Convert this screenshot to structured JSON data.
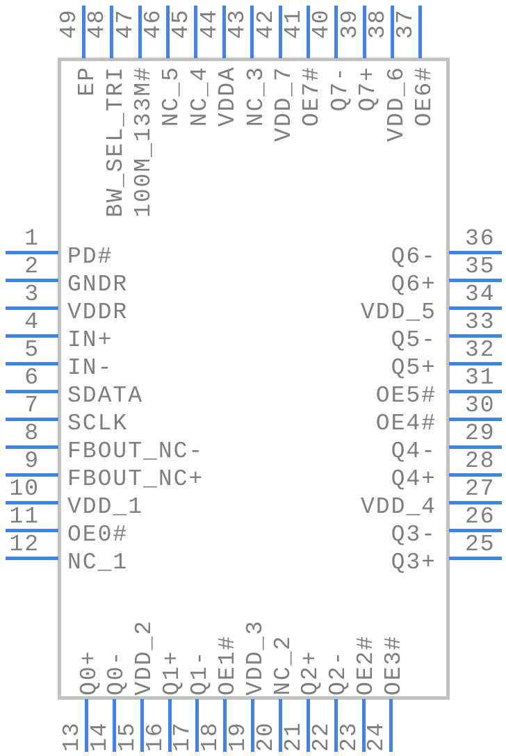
{
  "diagram": {
    "type": "component-pinout",
    "pin_count": 49,
    "colors": {
      "pin_line": "#3f82f2",
      "body_border": "#c1c1c1",
      "label_text": "#7e7e7e",
      "background": "#ffffff"
    },
    "pins": {
      "top": [
        {
          "number": "49",
          "name": "EP"
        },
        {
          "number": "48",
          "name": "BW_SEL_TRI"
        },
        {
          "number": "47",
          "name": "100M_133M#"
        },
        {
          "number": "46",
          "name": "NC_5"
        },
        {
          "number": "45",
          "name": "NC_4"
        },
        {
          "number": "44",
          "name": "VDDA"
        },
        {
          "number": "43",
          "name": "NC_3"
        },
        {
          "number": "42",
          "name": "VDD_7"
        },
        {
          "number": "41",
          "name": "OE7#"
        },
        {
          "number": "40",
          "name": "Q7-"
        },
        {
          "number": "39",
          "name": "Q7+"
        },
        {
          "number": "38",
          "name": "VDD_6"
        },
        {
          "number": "37",
          "name": "OE6#"
        }
      ],
      "left": [
        {
          "number": "1",
          "name": "PD#"
        },
        {
          "number": "2",
          "name": "GNDR"
        },
        {
          "number": "3",
          "name": "VDDR"
        },
        {
          "number": "4",
          "name": "IN+"
        },
        {
          "number": "5",
          "name": "IN-"
        },
        {
          "number": "6",
          "name": "SDATA"
        },
        {
          "number": "7",
          "name": "SCLK"
        },
        {
          "number": "8",
          "name": "FBOUT_NC-"
        },
        {
          "number": "9",
          "name": "FBOUT_NC+"
        },
        {
          "number": "10",
          "name": "VDD_1"
        },
        {
          "number": "11",
          "name": "OE0#"
        },
        {
          "number": "12",
          "name": "NC_1"
        }
      ],
      "right": [
        {
          "number": "36",
          "name": "Q6-"
        },
        {
          "number": "35",
          "name": "Q6+"
        },
        {
          "number": "34",
          "name": "VDD_5"
        },
        {
          "number": "33",
          "name": "Q5-"
        },
        {
          "number": "32",
          "name": "Q5+"
        },
        {
          "number": "31",
          "name": "OE5#"
        },
        {
          "number": "30",
          "name": "OE4#"
        },
        {
          "number": "29",
          "name": "Q4-"
        },
        {
          "number": "28",
          "name": "Q4+"
        },
        {
          "number": "27",
          "name": "VDD_4"
        },
        {
          "number": "26",
          "name": "Q3-"
        },
        {
          "number": "25",
          "name": "Q3+"
        }
      ],
      "bottom": [
        {
          "number": "13",
          "name": "Q0+"
        },
        {
          "number": "14",
          "name": "Q0-"
        },
        {
          "number": "15",
          "name": "VDD_2"
        },
        {
          "number": "16",
          "name": "Q1+"
        },
        {
          "number": "17",
          "name": "Q1-"
        },
        {
          "number": "18",
          "name": "OE1#"
        },
        {
          "number": "19",
          "name": "VDD_3"
        },
        {
          "number": "20",
          "name": "NC_2"
        },
        {
          "number": "21",
          "name": "Q2+"
        },
        {
          "number": "22",
          "name": "Q2-"
        },
        {
          "number": "23",
          "name": "OE2#"
        },
        {
          "number": "24",
          "name": "OE3#"
        }
      ]
    }
  }
}
